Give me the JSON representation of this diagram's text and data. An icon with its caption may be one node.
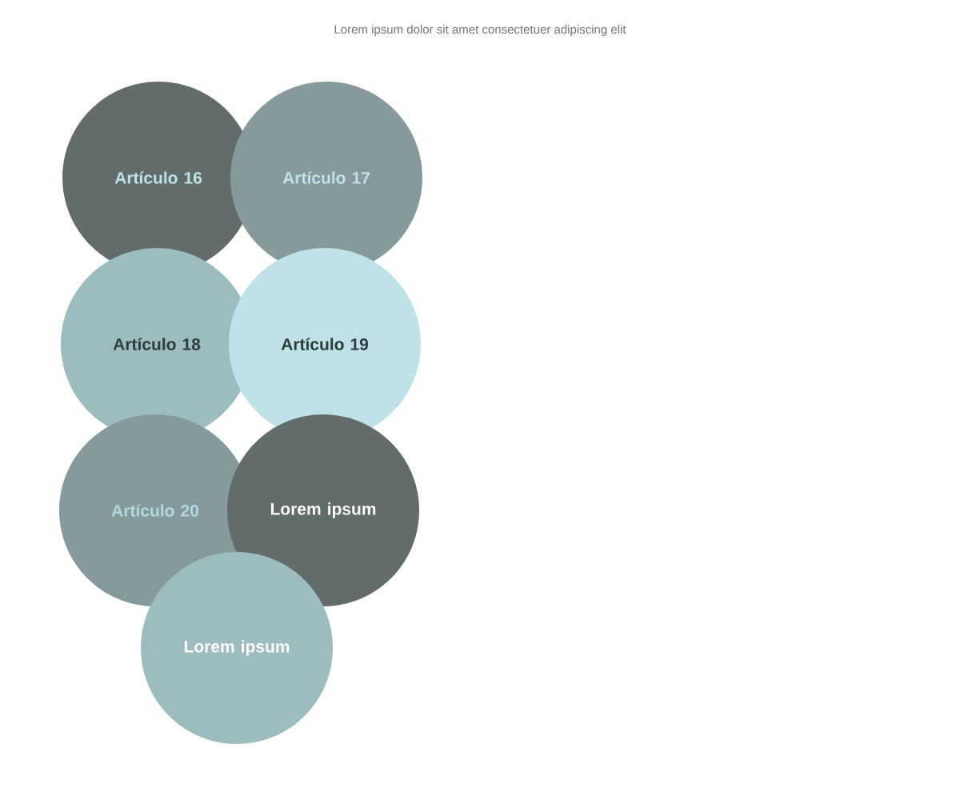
{
  "diagram": {
    "title": "Lorem ipsum dolor sit amet consectetuer adipiscing elit",
    "nodes": [
      {
        "text": [
          "Artículo 16"
        ]
      },
      {
        "text": [
          "Artículo 17"
        ]
      },
      {
        "text": [
          "Artículo 18"
        ]
      },
      {
        "text": [
          "Artículo 19"
        ]
      },
      {
        "text": [
          "Artículo 20"
        ]
      },
      {
        "text": [
          "Lorem ipsum"
        ]
      },
      {
        "text": [
          "Lorem ipsum"
        ]
      }
    ]
  }
}
